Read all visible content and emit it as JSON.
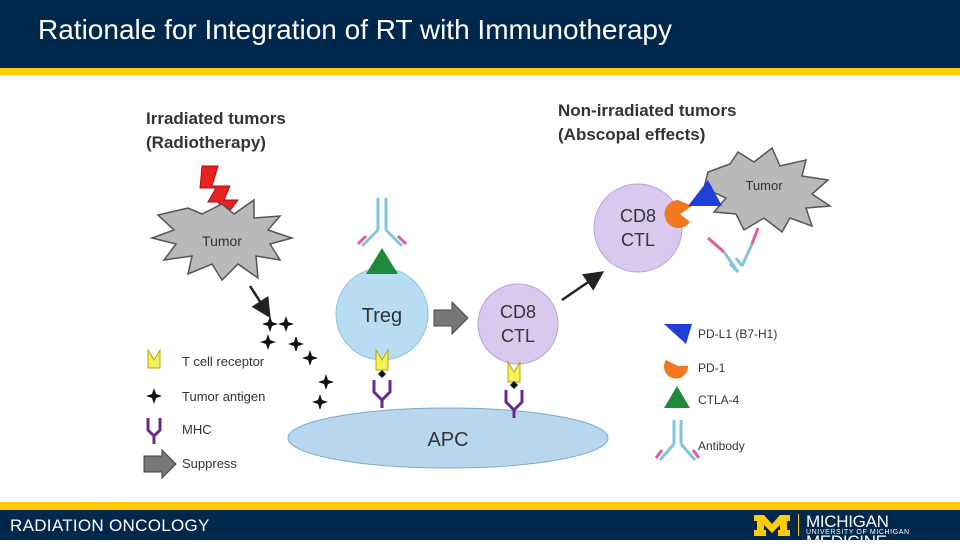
{
  "slide": {
    "title": "Rationale for Integration of RT with Immunotherapy",
    "footer_left": "RADIATION ONCOLOGY",
    "logo": {
      "main": "MICHIGAN MEDICINE",
      "sub": "UNIVERSITY OF MICHIGAN"
    }
  },
  "diagram": {
    "irradiated_line1": "Irradiated tumors",
    "irradiated_line2": "(Radiotherapy)",
    "nonirradiated_line1": "Non-irradiated tumors",
    "nonirradiated_line2": "(Abscopal effects)",
    "tumor_left": "Tumor",
    "tumor_right": "Tumor",
    "treg": "Treg",
    "cd8_mid_line1": "CD8",
    "cd8_mid_line2": "CTL",
    "cd8_top_line1": "CD8",
    "cd8_top_line2": "CTL",
    "apc": "APC"
  },
  "legend_left": {
    "tcr": "T cell receptor",
    "antigen": "Tumor antigen",
    "mhc": "MHC",
    "suppress": "Suppress"
  },
  "legend_right": {
    "pdl1": "PD-L1 (B7-H1)",
    "pd1": "PD-1",
    "ctla4": "CTLA-4",
    "antibody": "Antibody"
  },
  "colors": {
    "navy": "#00274c",
    "maize": "#ffcb05",
    "cell_purple": "#d9c9ee",
    "treg_blue": "#b8dcf2",
    "apc_blue": "#b9d6ef",
    "pdl1_blue": "#1f3fd6",
    "pd1_orange": "#f07820",
    "ctla4_green": "#1f8a3c",
    "mhc_purple": "#6a2a8a",
    "tcr_yellow": "#f2f25a",
    "lightning_red": "#e8221e"
  }
}
